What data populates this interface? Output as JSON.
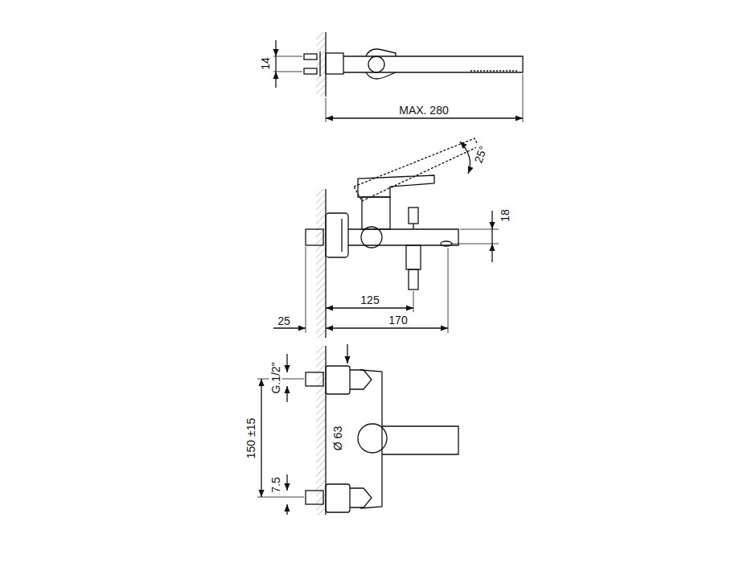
{
  "diagram": {
    "labels": [
      "14",
      "MAX. 280",
      "25°",
      "18",
      "125",
      "25",
      "170",
      "G.1/2\"",
      "150 ±15",
      "Ø 63",
      "7.5"
    ]
  }
}
